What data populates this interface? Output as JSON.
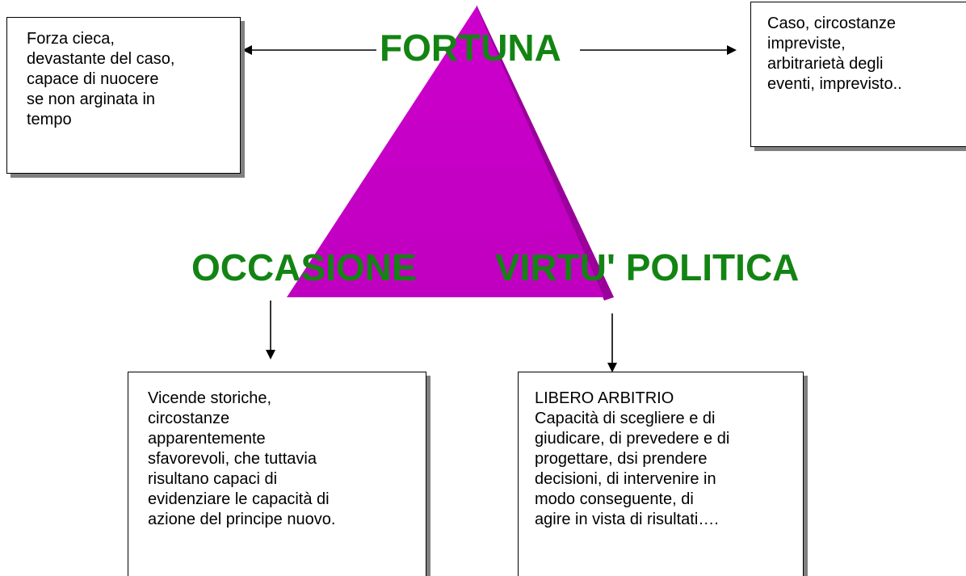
{
  "colors": {
    "triangle_front": "#cc00cc",
    "triangle_side": "#a000a0",
    "concept_text": "#138413",
    "arrow": "#000000",
    "box_shadow": "#808080"
  },
  "nodes": {
    "fortuna": {
      "label": "FORTUNA"
    },
    "occasione": {
      "label": "OCCASIONE"
    },
    "virtu": {
      "label": "VIRTU' POLITICA"
    }
  },
  "boxes": {
    "top_left": {
      "lines": [
        "Forza cieca,",
        "devastante del caso,",
        "capace di nuocere",
        "se non arginata in",
        "tempo"
      ]
    },
    "top_right": {
      "lines": [
        "Caso, circostanze",
        "impreviste,",
        "arbitrarietà degli",
        "eventi, imprevisto.."
      ]
    },
    "bottom_left": {
      "lines": [
        "Vicende storiche,",
        "circostanze",
        "apparentemente",
        "sfavorevoli, che  tuttavia",
        "risultano capaci di",
        "evidenziare le capacità di",
        "azione del principe nuovo."
      ]
    },
    "bottom_right": {
      "lines": [
        "LIBERO ARBITRIO",
        "Capacità di scegliere e di",
        "giudicare, di prevedere e di",
        "progettare, dsi prendere",
        "decisioni, di intervenire in",
        "modo conseguente, di",
        "agire in vista di risultati…."
      ]
    }
  }
}
